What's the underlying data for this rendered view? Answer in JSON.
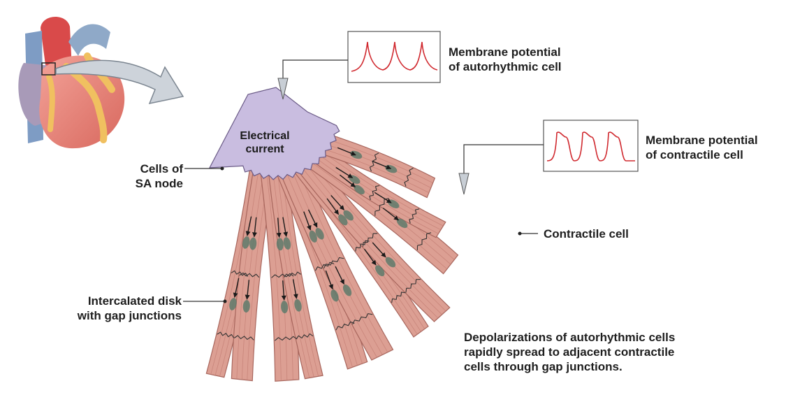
{
  "labels": {
    "electrical_current": [
      "Electrical",
      "current"
    ],
    "cells_sa_node": [
      "Cells of",
      "SA node"
    ],
    "membrane_autorhythmic": [
      "Membrane potential",
      "of autorhythmic cell"
    ],
    "membrane_contractile": [
      "Membrane potential",
      "of contractile cell"
    ],
    "contractile_cell": [
      "Contractile cell"
    ],
    "intercalated_disk": [
      "Intercalated disk",
      "with gap junctions"
    ],
    "depolarization_note": [
      "Depolarizations of autorhythmic cells",
      "rapidly spread to adjacent contractile",
      "cells through gap junctions."
    ]
  },
  "colors": {
    "muscle": "#d99a8e",
    "muscle_dark": "#b9746a",
    "nucleus": "#5e7a6b",
    "sa_node": "#c9bde0",
    "trace": "#d0282e",
    "heart": "#e8857b",
    "fat": "#f0c060",
    "vessel": "#8fa9c8"
  }
}
